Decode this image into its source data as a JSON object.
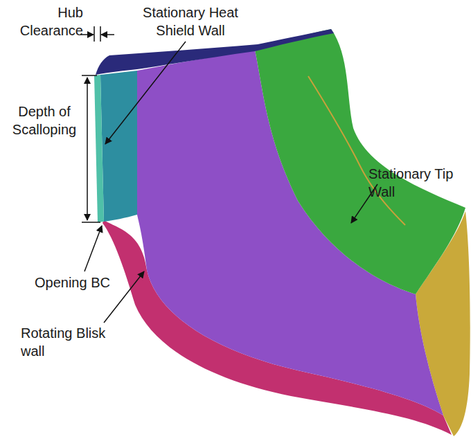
{
  "diagram": {
    "labels": [
      "Stationary Heat Shield Wall",
      "Hub Clearance",
      "Depth of Scalloping",
      "Stationary Tip Wall",
      "Opening BC",
      "Rotating Blisk wall"
    ]
  }
}
